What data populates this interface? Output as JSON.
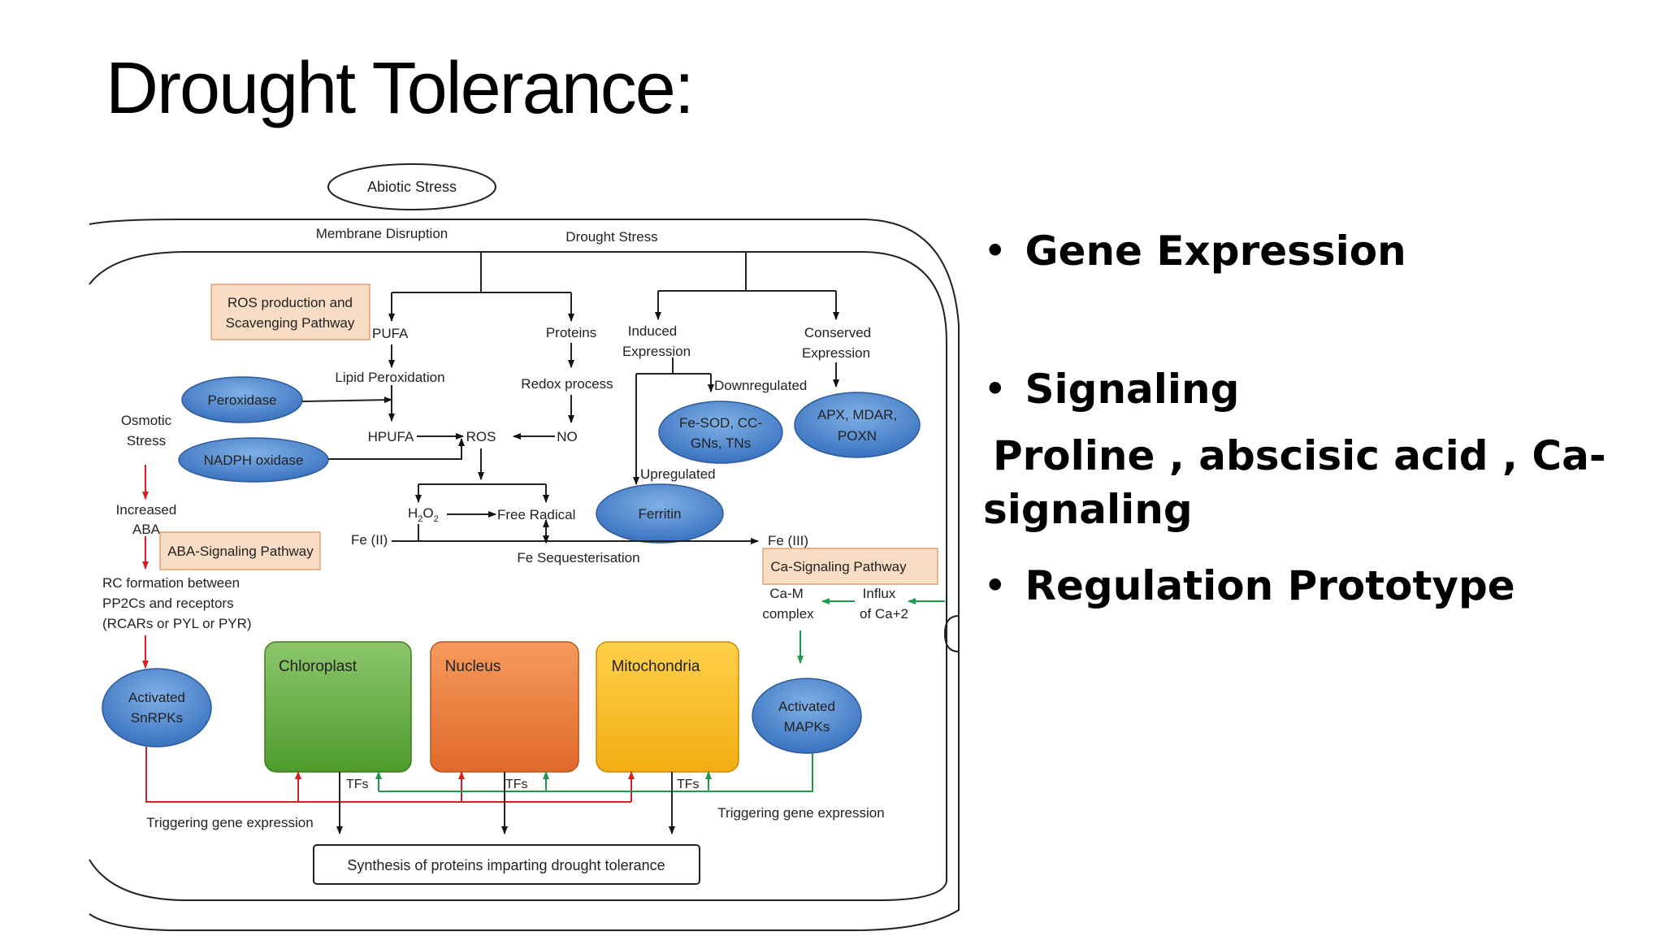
{
  "slide": {
    "title": "Drought Tolerance:"
  },
  "diagram": {
    "abiotic_stress": "Abiotic Stress",
    "membrane_disruption": "Membrane Disruption",
    "drought_stress": "Drought Stress",
    "ros_pathway_1": "ROS production and",
    "ros_pathway_2": "Scavenging Pathway",
    "pufa": "PUFA",
    "proteins": "Proteins",
    "induced_1": "Induced",
    "induced_2": "Expression",
    "conserved_1": "Conserved",
    "conserved_2": "Expression",
    "lipid_peroxidation": "Lipid Peroxidation",
    "redox_process": "Redox process",
    "downregulated": "Downregulated",
    "peroxidase": "Peroxidase",
    "fesod_1": "Fe-SOD, CC-",
    "fesod_2": "GNs, TNs",
    "apx_1": "APX, MDAR,",
    "apx_2": "POXN",
    "osmotic_1": "Osmotic",
    "osmotic_2": "Stress",
    "hpufa": "HPUFA",
    "ros": "ROS",
    "no": "NO",
    "nadph_oxidase": "NADPH oxidase",
    "upregulated": "Upregulated",
    "ferritin": "Ferritin",
    "increased_1": "Increased",
    "increased_2": "ABA",
    "h2o2_main": "H",
    "h2o2_sub1": "2",
    "h2o2_o": "O",
    "h2o2_sub2": "2",
    "free_radical": "Free Radical",
    "fe_ii": "Fe (II)",
    "fe_iii": "Fe (III)",
    "aba_pathway": "ABA-Signaling Pathway",
    "fe_sequesterisation": "Fe Sequesterisation",
    "ca_pathway": "Ca-Signaling Pathway",
    "rc_1": "RC formation between",
    "rc_2": "PP2Cs and receptors",
    "rc_3": "(RCARs or PYL or PYR)",
    "cam_1": "Ca-M",
    "cam_2": "complex",
    "influx_1": "Influx",
    "influx_2": "of Ca+2",
    "chloroplast": "Chloroplast",
    "nucleus": "Nucleus",
    "mitochondria": "Mitochondria",
    "snrpks_1": "Activated",
    "snrpks_2": "SnRPKs",
    "mapks_1": "Activated",
    "mapks_2": "MAPKs",
    "tfs_1": "TFs",
    "tfs_2": "TFs",
    "tfs_3": "TFs",
    "triggering_left": "Triggering gene expression",
    "triggering_right": "Triggering gene expression",
    "synthesis": "Synthesis of proteins imparting drought tolerance"
  },
  "bullets": {
    "marker": "•",
    "item1": "Gene Expression",
    "item2": "Signaling",
    "item2_sub": "Proline , abscisic acid , Ca-signaling",
    "item3": "Regulation Prototype"
  }
}
